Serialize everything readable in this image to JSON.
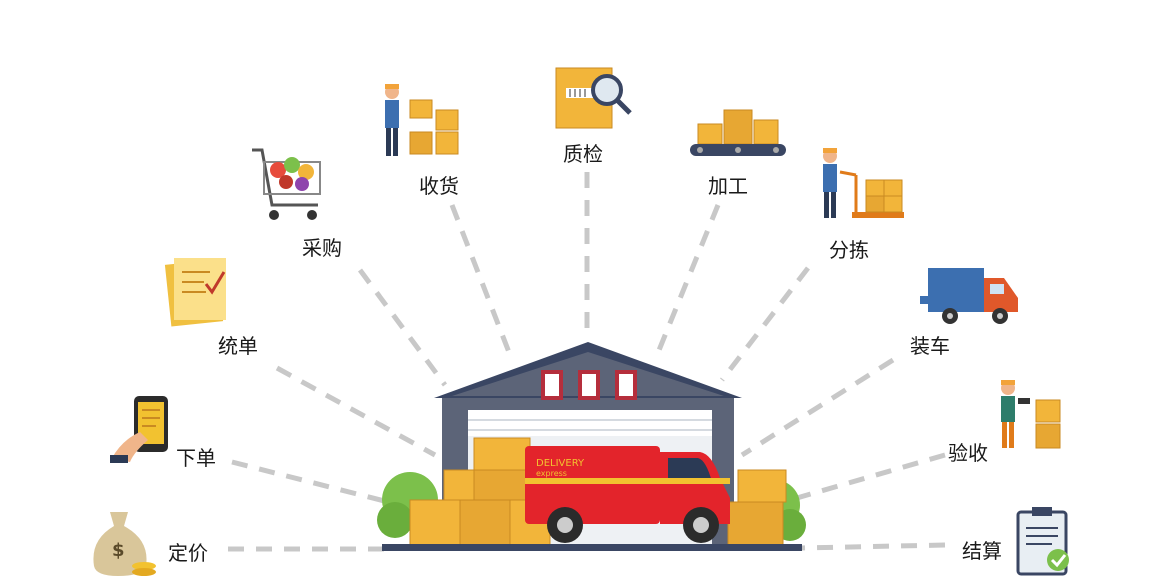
{
  "diagram": {
    "center": {
      "truck_text": "DELIVERY",
      "truck_subtext": "express"
    },
    "steps": [
      {
        "id": "pricing",
        "label": "定价",
        "icon": "money-bag-icon"
      },
      {
        "id": "order",
        "label": "下单",
        "icon": "phone-order-icon"
      },
      {
        "id": "merge",
        "label": "统单",
        "icon": "document-check-icon"
      },
      {
        "id": "purchase",
        "label": "采购",
        "icon": "shopping-cart-icon"
      },
      {
        "id": "receive",
        "label": "收货",
        "icon": "worker-boxes-icon"
      },
      {
        "id": "inspect",
        "label": "质检",
        "icon": "box-magnifier-icon"
      },
      {
        "id": "process",
        "label": "加工",
        "icon": "conveyor-icon"
      },
      {
        "id": "sort",
        "label": "分拣",
        "icon": "pallet-jack-icon"
      },
      {
        "id": "load",
        "label": "装车",
        "icon": "truck-icon"
      },
      {
        "id": "accept",
        "label": "验收",
        "icon": "scanner-worker-icon"
      },
      {
        "id": "settle",
        "label": "结算",
        "icon": "clipboard-check-icon"
      }
    ]
  },
  "colors": {
    "connector": "#c8c8c8",
    "roof": "#3a4663",
    "wall": "#5c6478",
    "truck": "#e3242b",
    "box": "#f2b53a",
    "box_dark": "#d9942a",
    "bush": "#7cc04b"
  }
}
